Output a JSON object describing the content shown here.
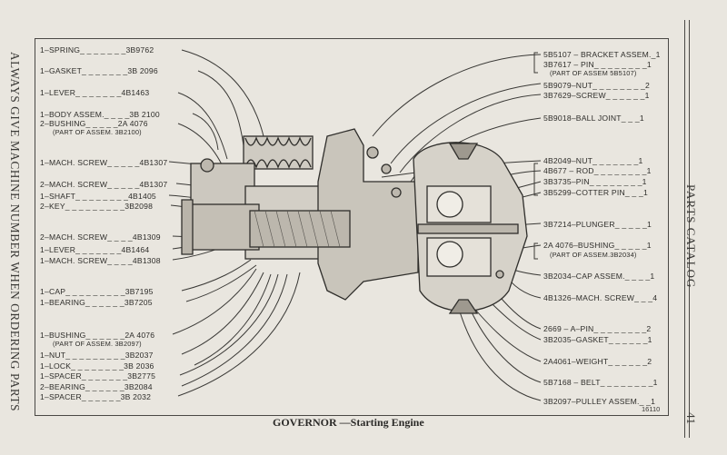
{
  "side_text_left": "ALWAYS GIVE MACHINE NUMBER WHEN ORDERING PARTS",
  "side_text_right": "PARTS CATALOG",
  "page_number": "41",
  "caption": "GOVERNOR —Starting Engine",
  "plate_number": "16110",
  "parts_left": [
    "1–SPRING_ _ _ _ _ _ _3B9762",
    "1–GASKET_ _ _ _ _ _ _3B 2096",
    "1–LEVER_ _ _ _ _ _ _4B1463",
    "1–BODY ASSEM._ _ _ _3B 2100",
    "2–BUSHING_ _ _ _ _2A 4076",
    "(PART OF ASSEM. 3B2100)",
    "1–MACH. SCREW_ _ _ _ _4B1307",
    "2–MACH. SCREW_ _ _ _ _4B1307",
    "1–SHAFT_ _ _ _ _ _ _ _4B1405",
    "2–KEY_ _ _ _ _ _ _ _ _3B2098",
    "2–MACH. SCREW_ _ _ _4B1309",
    "1–LEVER_ _ _ _ _ _ _4B1464",
    "1–MACH. SCREW_ _ _ _4B1308",
    "1–CAP_ _ _ _ _ _ _ _ _3B7195",
    "1–BEARING_ _ _ _ _ _3B7205",
    "1–BUSHING_ _ _ _ _ _2A 4076",
    "(PART OF ASSEM. 3B2097)",
    "1–NUT_ _ _ _ _ _ _ _ _3B2037",
    "1–LOCK_ _ _ _ _ _ _ _3B 2036",
    "1–SPACER_ _ _ _ _ _ _3B2775",
    "2–BEARING_ _ _ _ _ _3B2084",
    "1–SPACER_ _ _ _ _ _3B 2032"
  ],
  "parts_right": [
    "5B5107 – BRACKET ASSEM._1",
    "3B7617 – PIN_ _ _ _ _ _ _ _1",
    "(PART OF ASSEM 5B5107)",
    "5B9079–NUT_ _ _ _ _ _ _ _2",
    "3B7629–SCREW_ _ _ _ _ _1",
    "5B9018–BALL JOINT_ _ _1",
    "4B2049–NUT_ _ _ _ _ _ _1",
    "4B677 – ROD_ _ _ _ _ _ _ _1",
    "3B3735–PIN_ _ _ _ _ _ _ _1",
    "3B5299–COTTER PIN_ _ _1",
    "3B7214–PLUNGER_ _ _ _ _1",
    "2A 4076–BUSHING_ _ _ _ _1",
    "(PART OF ASSEM.3B2034)",
    "3B2034–CAP ASSEM._ _ _ _1",
    "4B1326–MACH. SCREW_ _ _4",
    "2669 – A–PIN_ _ _ _ _ _ _ _2",
    "3B2035–GASKET_ _ _ _ _ _1",
    "2A4061–WEIGHT_ _ _ _ _ _2",
    "5B7168 – BELT_ _ _ _ _ _ _ _1",
    "3B2097–PULLEY ASSEM._ _1"
  ]
}
